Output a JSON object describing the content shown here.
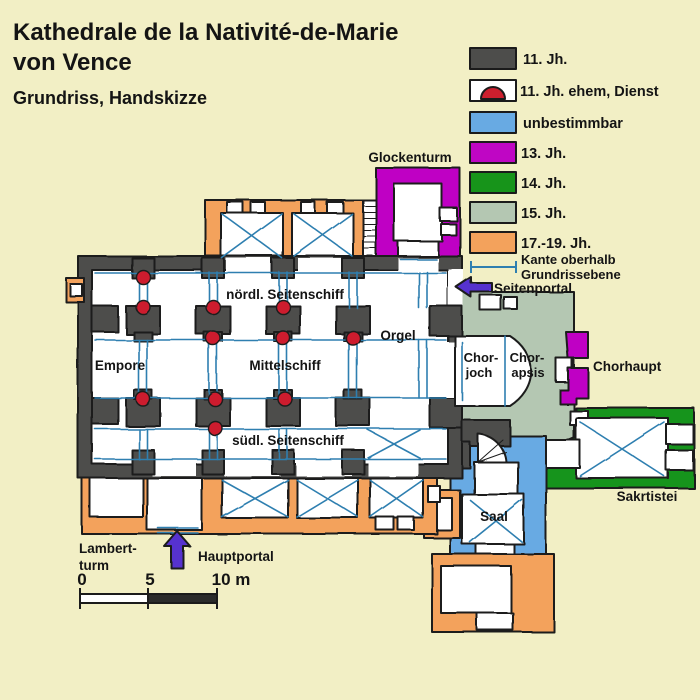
{
  "title": {
    "line1": "Kathedrale de la Nativité-de-Marie",
    "line2": "von Vence",
    "subtitle": "Grundriss, Handskizze"
  },
  "legend": {
    "items": [
      {
        "label": "11. Jh.",
        "color_key": "wall"
      },
      {
        "label": "11. Jh. ehem, Dienst",
        "color_key": "room",
        "dot_color_key": "dienst"
      },
      {
        "label": "unbestimmbar",
        "color_key": "unbestimmbar"
      },
      {
        "label": "13. Jh.",
        "color_key": "c13"
      },
      {
        "label": "14. Jh.",
        "color_key": "c14"
      },
      {
        "label": "15. Jh.",
        "color_key": "c15"
      },
      {
        "label": "17.-19. Jh.",
        "color_key": "c1719"
      }
    ],
    "kante_line1": "Kante oberhalb",
    "kante_line2": "Grundrissebene",
    "seitenportal": "Seitenportal"
  },
  "plan_labels": {
    "glockenturm": "Glockenturm",
    "noerdl_seitenschiff": "nördl. Seitenschiff",
    "orgel": "Orgel",
    "empore": "Empore",
    "mittelschiff": "Mittelschiff",
    "chorjoch_1": "Chor-",
    "chorjoch_2": "joch",
    "chorapsis_1": "Chor-",
    "chorapsis_2": "apsis",
    "chorhaupt": "Chorhaupt",
    "suedl_seitenschiff": "südl. Seitenschiff",
    "sakristei": "Sakrtistei",
    "saal": "Saal",
    "hauptportal": "Hauptportal",
    "lambertturm_1": "Lambert-",
    "lambertturm_2": "turm"
  },
  "scale_bar": {
    "tick_0": "0",
    "tick_5": "5",
    "tick_10": "10 m"
  },
  "palette": {
    "bg": "#f2efc5",
    "ink": "#1b1b1b",
    "text": "#141414",
    "wall": "#4d4d4b",
    "room": "#ffffff",
    "dienst": "#cd1f2e",
    "unbestimmbar": "#68aae3",
    "c13": "#bf06c4",
    "c14": "#17941a",
    "c15": "#b4c7b2",
    "c1719": "#f3a25c",
    "vault": "#2f7fb0",
    "arrow": "#5633cf",
    "scale_dark": "#2b2b2b"
  }
}
